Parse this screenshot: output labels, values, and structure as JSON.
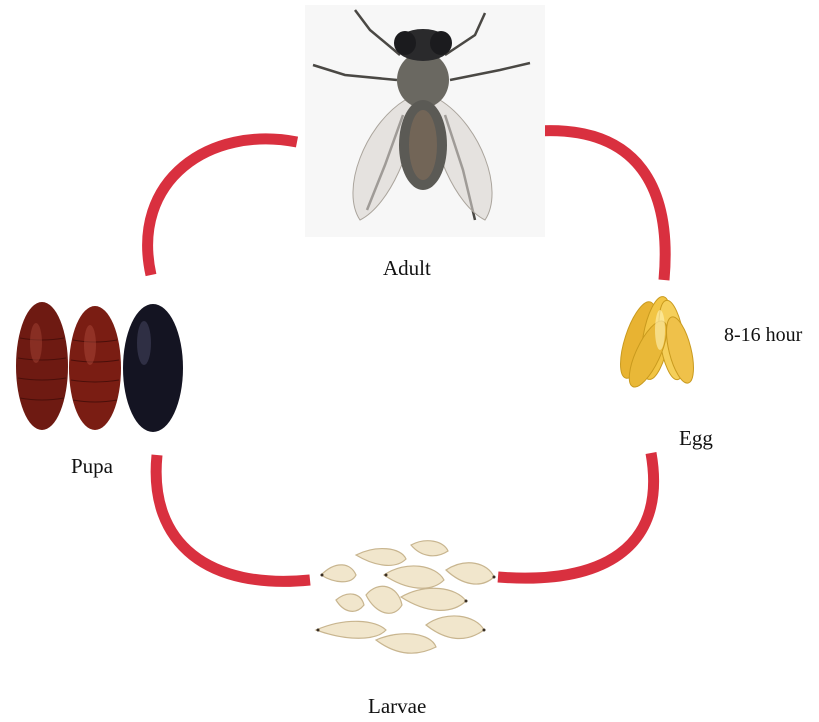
{
  "stages": {
    "adult": {
      "label": "Adult"
    },
    "egg": {
      "label": "Egg",
      "duration": "8-16 hour"
    },
    "larvae": {
      "label": "Larvae"
    },
    "pupa": {
      "label": "Pupa"
    }
  },
  "colors": {
    "cycle_arc": "#d9303f",
    "egg": "#f2c544",
    "larva": "#f1e6cc",
    "pupa_red": "#7a1d13",
    "pupa_dark": "#141422",
    "fly_body": "#5b5a55"
  },
  "icons": [
    "house-fly-photo",
    "egg-cluster-photo",
    "larvae-pile-photo",
    "pupae-photo"
  ]
}
